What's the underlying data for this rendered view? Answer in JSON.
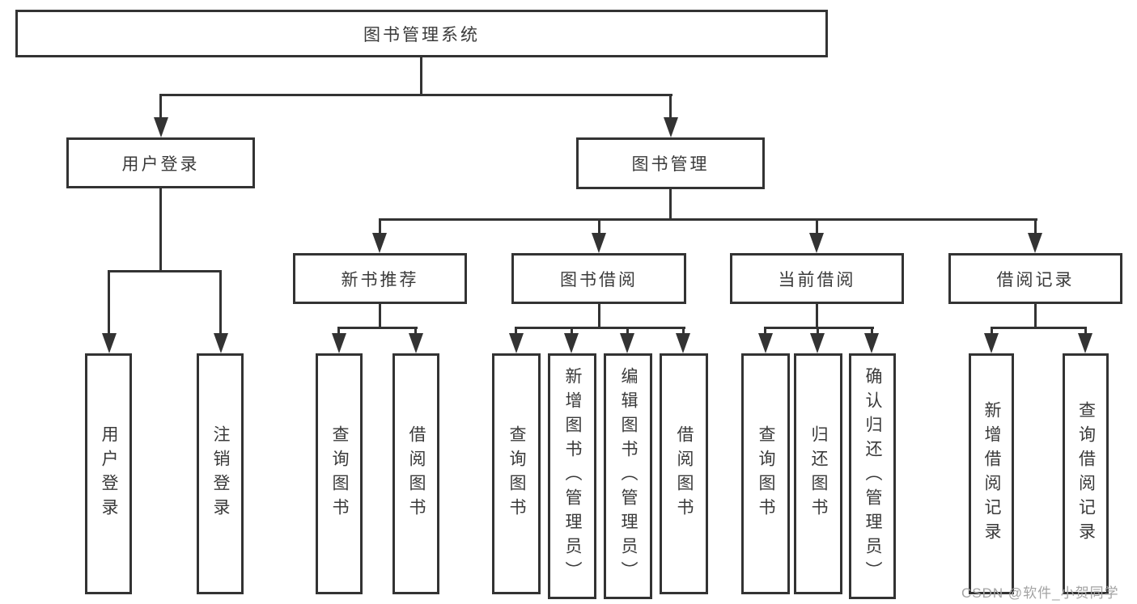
{
  "title": {
    "label": "图书管理系统"
  },
  "level2": {
    "user_login": {
      "label": "用户登录"
    },
    "book_mgmt": {
      "label": "图书管理"
    }
  },
  "level3": {
    "new_books": {
      "label": "新书推荐"
    },
    "borrow": {
      "label": "图书借阅"
    },
    "current": {
      "label": "当前借阅"
    },
    "records": {
      "label": "借阅记录"
    }
  },
  "leaves": {
    "user_login_group": [
      "用户登录",
      "注销登录"
    ],
    "new_books_group": [
      "查询图书",
      "借阅图书"
    ],
    "borrow_group": [
      "查询图书",
      "新增图书（管理员）",
      "编辑图书（管理员）",
      "借阅图书"
    ],
    "current_group": [
      "查询图书",
      "归还图书",
      "确认归还（管理员）"
    ],
    "records_group": [
      "新增借阅记录",
      "查询借阅记录"
    ]
  },
  "watermark": {
    "text": "CSDN @软件_小贺同学"
  },
  "colors": {
    "line": "#333333",
    "text": "#3a3a3a",
    "watermark": "#a3a3a3",
    "background": "#ffffff"
  }
}
